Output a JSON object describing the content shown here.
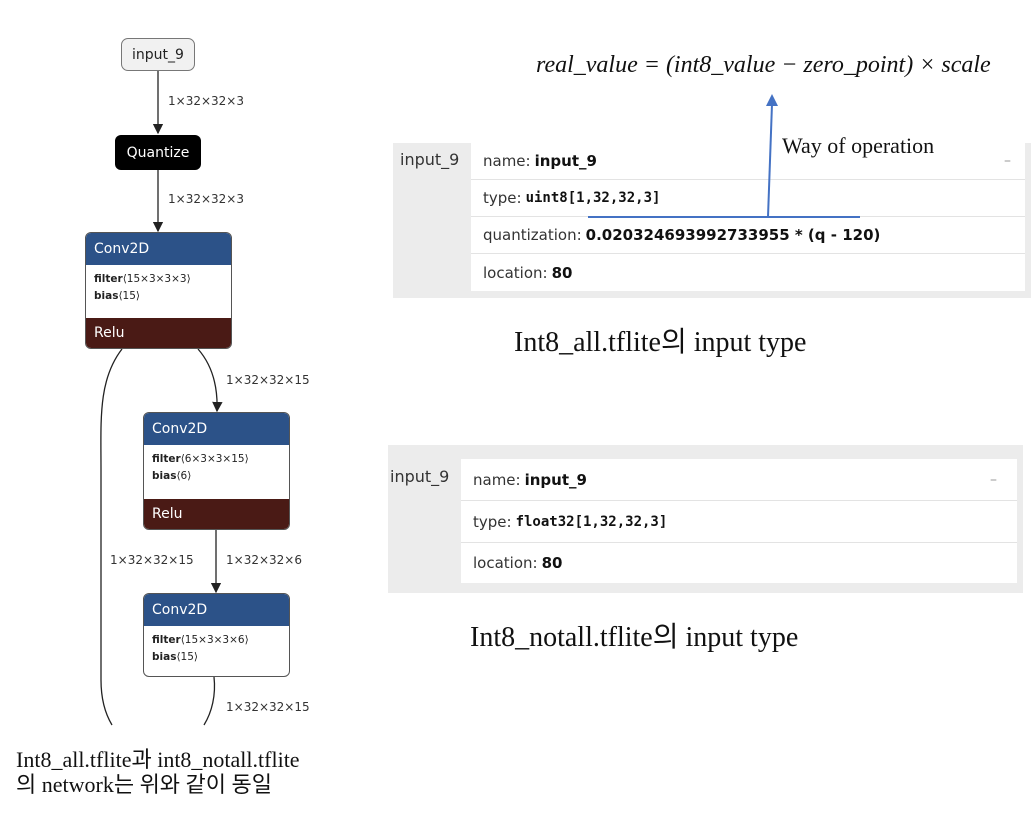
{
  "graph": {
    "input_node": "input_9",
    "quantize_node": "Quantize",
    "conv1": {
      "title": "Conv2D",
      "filter_key": "filter",
      "filter_shape": "⟨15×3×3×3⟩",
      "bias_key": "bias",
      "bias_shape": "⟨15⟩",
      "activation": "Relu"
    },
    "conv2": {
      "title": "Conv2D",
      "filter_key": "filter",
      "filter_shape": "⟨6×3×3×15⟩",
      "bias_key": "bias",
      "bias_shape": "⟨6⟩",
      "activation": "Relu"
    },
    "conv3": {
      "title": "Conv2D",
      "filter_key": "filter",
      "filter_shape": "⟨15×3×3×6⟩",
      "bias_key": "bias",
      "bias_shape": "⟨15⟩"
    },
    "edges": {
      "input_to_quantize": "1×32×32×3",
      "quantize_to_conv1": "1×32×32×3",
      "conv1_to_conv2": "1×32×32×15",
      "skip_connection": "1×32×32×15",
      "conv2_to_conv3": "1×32×32×6",
      "conv3_out": "1×32×32×15"
    }
  },
  "network_note": {
    "line1": "Int8_all.tflite과 int8_notall.tflite",
    "line2": "의 network는 위와 같이 동일"
  },
  "formula": "real_value = (int8_value − zero_point) × scale",
  "annotation": "Way of operation",
  "panel_all": {
    "label": "input_9",
    "name_key": "name:",
    "name_value": "input_9",
    "type_key": "type:",
    "type_value": "uint8[1,32,32,3]",
    "quant_key": "quantization:",
    "quant_value": "0.020324693992733955 * (q - 120)",
    "location_key": "location:",
    "location_value": "80",
    "collapse": "–",
    "caption": "Int8_all.tflite의 input type"
  },
  "panel_notall": {
    "label": "input_9",
    "name_key": "name:",
    "name_value": "input_9",
    "type_key": "type:",
    "type_value": "float32[1,32,32,3]",
    "location_key": "location:",
    "location_value": "80",
    "collapse": "–",
    "caption": "Int8_notall.tflite의 input type"
  },
  "colors": {
    "conv_header": "#2c5288",
    "relu_footer": "#4a1a15",
    "quantize_bg": "#000000",
    "annotation_arrow": "#4472c4"
  }
}
